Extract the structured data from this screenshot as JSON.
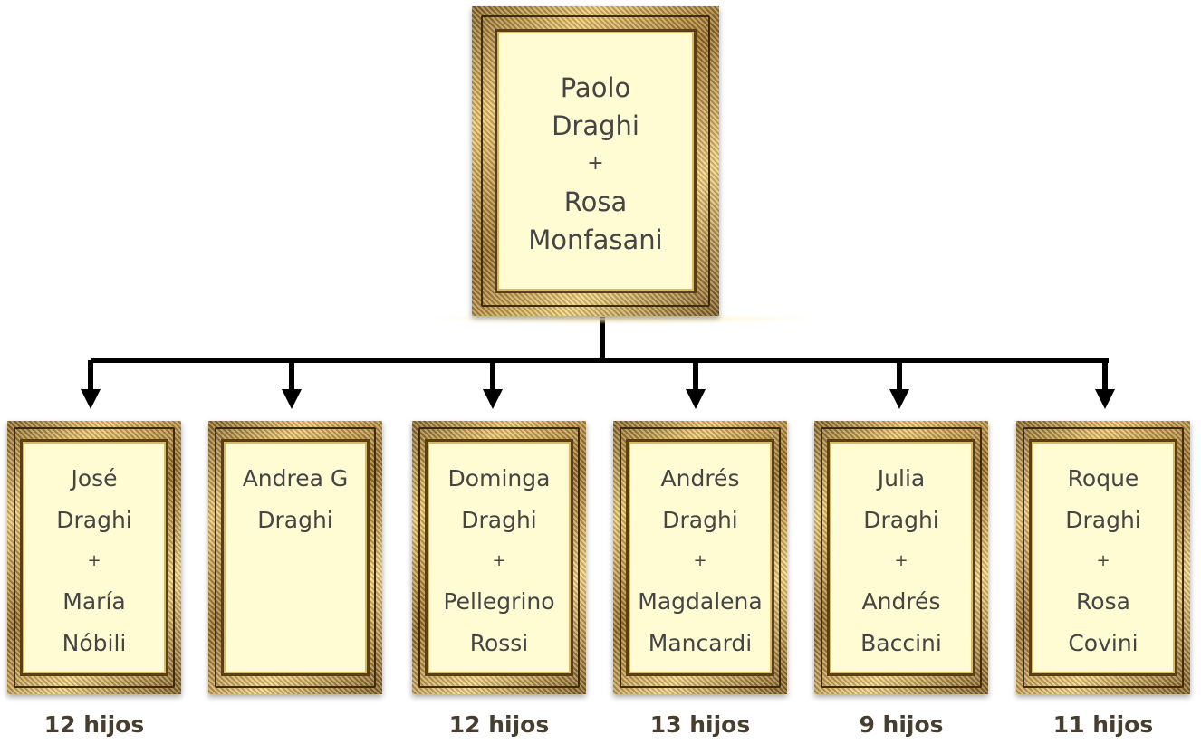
{
  "root": {
    "line1": "Paolo",
    "line2": "Draghi",
    "plus": "+",
    "line3": "Rosa",
    "line4": "Monfasani"
  },
  "children": [
    {
      "name1": "José",
      "name2": "Draghi",
      "plus": "+",
      "spouse1": "María",
      "spouse2": "Nóbili",
      "count": "12 hijos"
    },
    {
      "name1": "Andrea G",
      "name2": "Draghi",
      "plus": "",
      "spouse1": "",
      "spouse2": "",
      "count": ""
    },
    {
      "name1": "Dominga",
      "name2": "Draghi",
      "plus": "+",
      "spouse1": "Pellegrino",
      "spouse2": "Rossi",
      "count": "12 hijos"
    },
    {
      "name1": "Andrés",
      "name2": "Draghi",
      "plus": "+",
      "spouse1": "Magdalena",
      "spouse2": "Mancardi",
      "count": "13 hijos"
    },
    {
      "name1": "Julia",
      "name2": "Draghi",
      "plus": "+",
      "spouse1": "Andrés",
      "spouse2": "Baccini",
      "count": "9 hijos"
    },
    {
      "name1": "Roque",
      "name2": "Draghi",
      "plus": "+",
      "spouse1": "Rosa",
      "spouse2": "Covini",
      "count": "11 hijos"
    }
  ],
  "colors": {
    "connector": "#000000",
    "mat": "#fffcd4",
    "text": "#454545",
    "count_text": "#473e30",
    "frame_gold": "#c9a24a"
  }
}
